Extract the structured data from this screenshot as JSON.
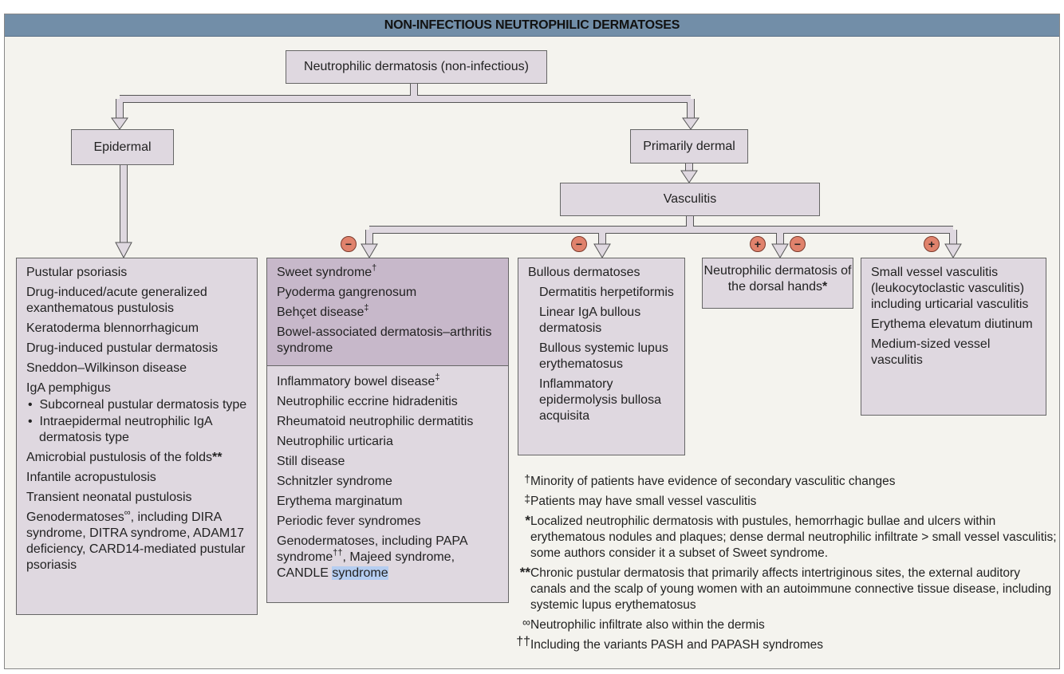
{
  "title": "NON-INFECTIOUS NEUTROPHILIC DERMATOSES",
  "colors": {
    "header": "#728ea8",
    "box": "#dfd8e0",
    "highlight_box": "#c7b8ca",
    "badge": "#e0826c",
    "background": "#f4f3ee"
  },
  "root": "Neutrophilic dermatosis (non-infectious)",
  "epidermal": "Epidermal",
  "primarily_dermal": "Primarily dermal",
  "vasculitis": "Vasculitis",
  "badges": [
    "−",
    "−",
    "+",
    "−",
    "+"
  ],
  "epidermal_list": {
    "i0": "Pustular psoriasis",
    "i1": "Drug-induced/acute generalized exanthematous pustulosis",
    "i2": "Keratoderma blennorrhagicum",
    "i3": "Drug-induced pustular dermatosis",
    "i4": "Sneddon–Wilkinson disease",
    "i5": "IgA pemphigus",
    "i5a": "Subcorneal pustular dermatosis type",
    "i5b": "Intraepidermal neutrophilic IgA dermatosis type",
    "i6": "Amicrobial pustulosis of the folds",
    "i6m": "**",
    "i7": "Infantile acropustulosis",
    "i8": "Transient neonatal pustulosis",
    "i9a": "Genodermatoses",
    "i9m": "∞",
    "i9b": ", including DIRA syndrome, DITRA syndrome, ADAM17 deficiency, CARD14-mediated pustular psoriasis"
  },
  "sweet_group": {
    "i0": "Sweet syndrome",
    "i0m": "†",
    "i1": "Pyoderma gangrenosum",
    "i2": "Behçet disease",
    "i2m": "‡",
    "i3": "Bowel-associated dermatosis–arthritis syndrome"
  },
  "sweet_related": {
    "i0": "Inflammatory bowel disease",
    "i0m": "‡",
    "i1": "Neutrophilic eccrine hidradenitis",
    "i2": "Rheumatoid neutrophilic dermatitis",
    "i3": "Neutrophilic urticaria",
    "i4": "Still disease",
    "i5": "Schnitzler syndrome",
    "i6": "Erythema marginatum",
    "i7": "Periodic fever syndromes",
    "i8a": "Genodermatoses, including PAPA syndrome",
    "i8m": "††",
    "i8b": ", Majeed syndrome, CANDLE ",
    "i8c": "syndrome"
  },
  "bullous": {
    "title": "Bullous dermatoses",
    "i0": "Dermatitis herpetiformis",
    "i1": "Linear IgA bullous dermatosis",
    "i2": "Bullous systemic lupus erythematosus",
    "i3": "Inflammatory epidermolysis bullosa acquisita"
  },
  "dorsal_hands": {
    "text": "Neutrophilic dermatosis of the dorsal hands",
    "mark": "*"
  },
  "small_vessel": {
    "i0": "Small vessel vasculitis (leukocytoclastic vasculitis) including urticarial vasculitis",
    "i1": "Erythema elevatum diutinum",
    "i2": "Medium-sized vessel vasculitis"
  },
  "footnotes": [
    {
      "mark": "†",
      "text": "Minority of patients have evidence of secondary vasculitic changes"
    },
    {
      "mark": "‡",
      "text": "Patients may have small vessel vasculitis"
    },
    {
      "mark": "*",
      "text": "Localized neutrophilic dermatosis with pustules, hemorrhagic bullae and ulcers within erythematous nodules and plaques; dense dermal neutrophilic infiltrate > small vessel vasculitis; some authors consider it a subset of Sweet syndrome."
    },
    {
      "mark": "**",
      "text": "Chronic pustular dermatosis that primarily affects intertriginous sites, the external auditory canals and the scalp of young women with an autoimmune connective tissue disease, including systemic lupus erythematosus"
    },
    {
      "mark": "∞",
      "text": "Neutrophilic infiltrate also within the dermis"
    },
    {
      "mark": "††",
      "text": "Including the variants PASH and PAPASH syndromes"
    }
  ]
}
